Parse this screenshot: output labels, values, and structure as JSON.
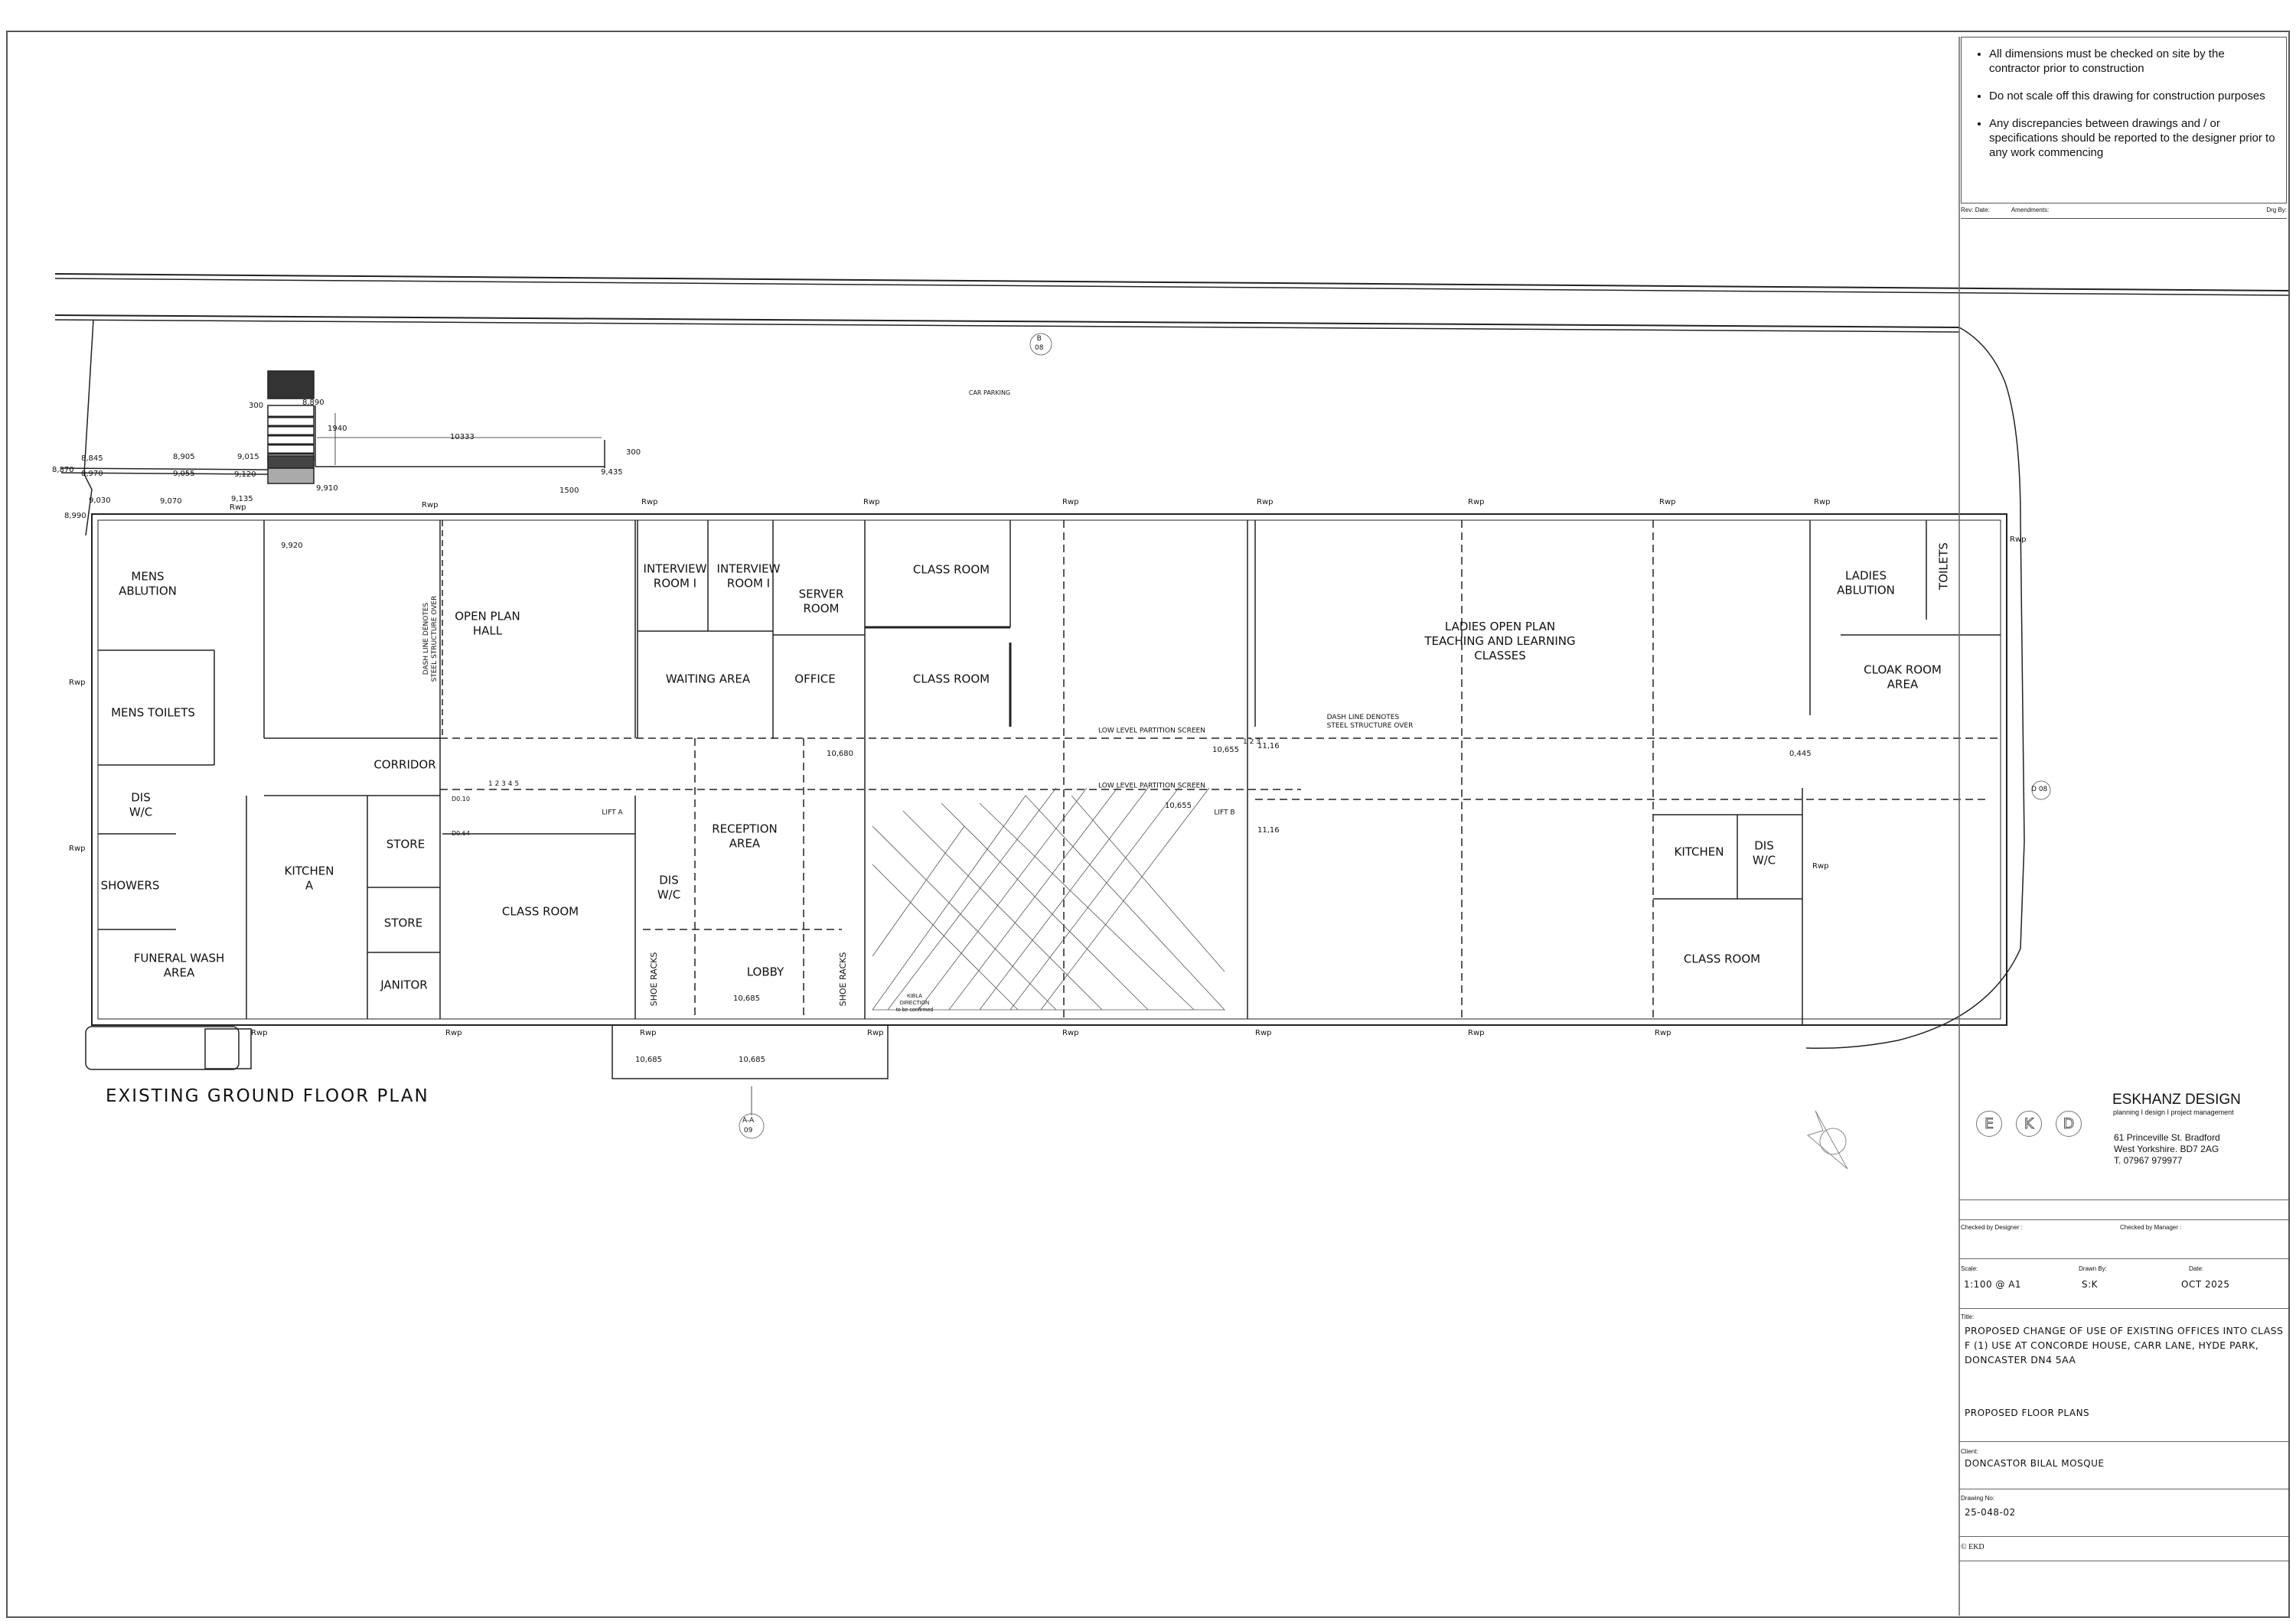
{
  "notes": [
    "All dimensions must be checked on site by the contractor prior to construction",
    "Do not scale off this drawing for construction purposes",
    "Any discrepancies between drawings and / or specifications should be reported to the designer prior to any work commencing"
  ],
  "revision_header": {
    "rev": "Rev:",
    "date": "Date:",
    "amendments": "Amendments:",
    "drg_by": "Drg By:"
  },
  "plan": {
    "title": "EXISTING GROUND FLOOR PLAN",
    "site_label": "CAR PARKING",
    "rooms": {
      "mens_ablution": "MENS\nABLUTION",
      "mens_toilets": "MENS TOILETS",
      "dis_wc_1": "DIS\nW/C",
      "showers": "SHOWERS",
      "funeral_wash": "FUNERAL WASH\nAREA",
      "kitchen_a": "KITCHEN\nA",
      "store_1": "STORE",
      "store_2": "STORE",
      "janitor": "JANITOR",
      "corridor": "CORRIDOR",
      "open_plan_hall": "OPEN PLAN\nHALL",
      "class_room_1": "CLASS ROOM",
      "lift_a": "LIFT A",
      "interview_1": "INTERVIEW\nROOM I",
      "interview_2": "INTERVIEW\nROOM I",
      "server_room": "SERVER\nROOM",
      "waiting_area": "WAITING AREA",
      "office": "OFFICE",
      "reception_area": "RECEPTION\nAREA",
      "dis_wc_2": "DIS\nW/C",
      "lobby": "LOBBY",
      "shoe_racks_1": "SHOE RACKS",
      "shoe_racks_2": "SHOE RACKS",
      "class_room_2": "CLASS ROOM",
      "class_room_3": "CLASS ROOM",
      "lift_b": "LIFT B",
      "kibla": "KIBLA\nDIRECTION\nto be confirmed",
      "ladies_open_plan": "LADIES OPEN PLAN\nTEACHING AND LEARNING\nCLASSES",
      "ladies_ablution": "LADIES\nABLUTION",
      "toilets": "TOILETS",
      "cloak_room": "CLOAK ROOM\nAREA",
      "kitchen_b": "KITCHEN",
      "dis_wc_3": "DIS\nW/C",
      "class_room_4": "CLASS ROOM"
    },
    "notes_on_plan": {
      "dash_line_vertical": "DASH LINE DENOTES\nSTEEL STRUCTURE OVER",
      "dash_line_horizontal": "DASH LINE DENOTES\nSTEEL STRUCTURE OVER",
      "partition_1": "LOW LEVEL PARTITION SCREEN",
      "partition_2": "LOW LEVEL PARTITION SCREEN"
    },
    "levels": {
      "l1": "8,870",
      "l2": "8,845",
      "l3": "8,970",
      "l4": "8,905",
      "l5": "9,055",
      "l6": "9,015",
      "l7": "9,120",
      "l8": "8,890",
      "l9": "9,030",
      "l10": "8,990",
      "l11": "9,070",
      "l12": "9,135",
      "l13": "9,910",
      "l14": "9,435",
      "l15": "9,920",
      "l16": "10,680",
      "l17": "10,655",
      "l18": "10,655",
      "l19": "11,16",
      "l20": "11,16",
      "l21": "0,445",
      "l22": "10,685",
      "l23": "10,685",
      "l24": "10,685",
      "d1": "D0.10",
      "d2": "D0.64"
    },
    "dimensions": {
      "d300a": "300",
      "d1940": "1940",
      "d10333": "10333",
      "d300b": "300",
      "d1500": "1500"
    },
    "steps_ramp": "1 2 3 4 5 6",
    "steps_main": "1 2 3 4 5",
    "steps_lift_b": "1 2 3",
    "rwp_label": "Rwp",
    "section_markers": {
      "b": {
        "top": "B",
        "bottom": "08"
      },
      "aa": {
        "top": "A-A",
        "bottom": "09"
      },
      "d": {
        "top": "D",
        "bottom": "08"
      }
    }
  },
  "title_block": {
    "company": "ESKHANZ DESIGN",
    "tagline": "planning I design I project management",
    "logo_letters": [
      "E",
      "K",
      "D"
    ],
    "address_lines": [
      "61 Princeville St. Bradford",
      "West Yorkshire. BD7 2AG",
      "T. 07967 979977"
    ],
    "checked_by_designer_label": "Checked by Designer :",
    "checked_by_manager_label": "Checked by Manager :",
    "scale_label": "Scale:",
    "scale": "1:100 @ A1",
    "drawn_by_label": "Drawn By:",
    "drawn_by": "S:K",
    "date_label": "Date:",
    "date": "OCT 2025",
    "title_label": "Title:",
    "title": "PROPOSED CHANGE OF USE OF EXISTING OFFICES INTO CLASS F (1) USE AT CONCORDE HOUSE, CARR LANE, HYDE PARK, DONCASTER DN4 5AA",
    "subtitle": "PROPOSED FLOOR PLANS",
    "client_label": "Client:",
    "client": "DONCASTOR BILAL MOSQUE",
    "drawing_no_label": "Drawing No:",
    "drawing_no": "25-048-02",
    "copyright": "© EKD"
  }
}
